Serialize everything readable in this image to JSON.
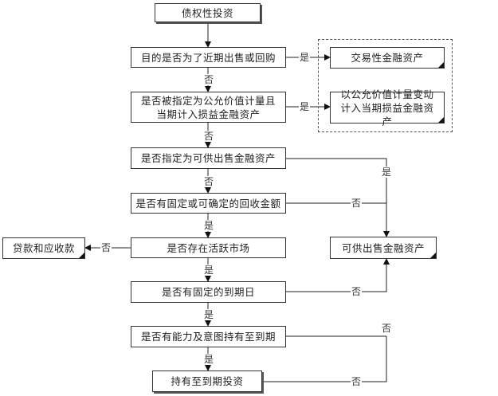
{
  "start": "债权性投资",
  "decisions": [
    "目的是否为了近期出售或回购",
    "是否被指定为公允价值计量且当期计入损益金融资产",
    "是否指定为可供出售金融资产",
    "是否有固定或可确定的回收金额",
    "是否存在活跃市场",
    "是否有固定的到期日",
    "是否有能力及意图持有至到期"
  ],
  "end": "持有至到期投资",
  "outcomes": {
    "trading": "交易性金融资产",
    "fvtpl": "以公允价值计量变动计入当期损益金融资产",
    "afs": "可供出售金融资产",
    "loans": "贷款和应收款"
  },
  "labels": {
    "yes": "是",
    "no": "否"
  }
}
